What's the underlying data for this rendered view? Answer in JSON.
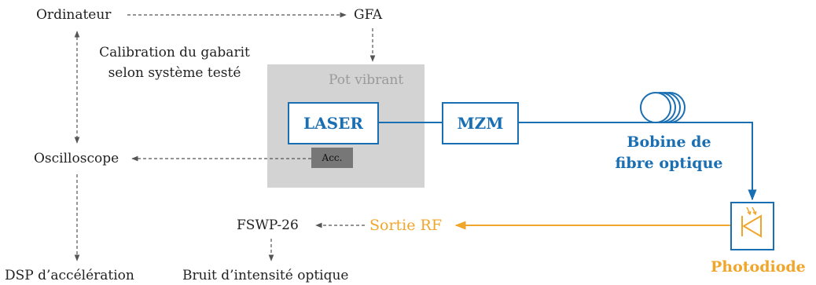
{
  "nodes": {
    "ordinateur": "Ordinateur",
    "gfa": "GFA",
    "calibration_line1": "Calibration du gabarit",
    "calibration_line2": "selon système testé",
    "pot_vibrant": "Pot vibrant",
    "laser": "LASER",
    "mzm": "MZM",
    "acc": "Acc.",
    "oscilloscope": "Oscilloscope",
    "bobine_line1": "Bobine de",
    "bobine_line2": "fibre optique",
    "fswp": "FSWP-26",
    "sortie_rf": "Sortie RF",
    "photodiode": "Photodiode",
    "dsp": "DSP d’accélération",
    "bruit": "Bruit d’intensité optique"
  },
  "colors": {
    "optical": "#1a6fb3",
    "rf": "#f0a62a",
    "control": "#555555",
    "pot_background": "#d3d3d3",
    "acc_background": "#777777"
  }
}
